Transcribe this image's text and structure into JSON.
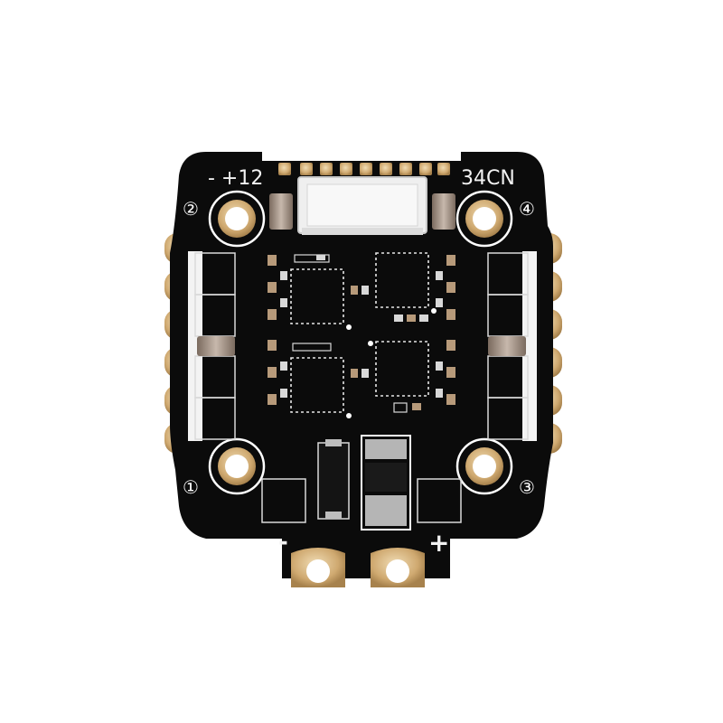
{
  "board": {
    "top_left_label": "- +12",
    "top_right_label": "34CN",
    "corner_labels": [
      "①",
      "②",
      "③",
      "④"
    ],
    "minus_label": "-",
    "plus_label": "+"
  },
  "colors": {
    "pcb": "#0b0b0b",
    "silkscreen": "#ffffff",
    "gold_pad": "#d4b483",
    "gold_dark": "#a8824c",
    "connector": "#eeeeee"
  }
}
